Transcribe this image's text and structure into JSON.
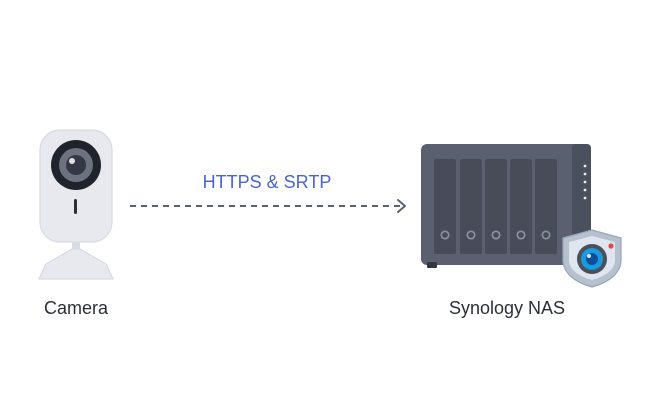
{
  "diagram": {
    "camera": {
      "label": "Camera",
      "icon": "security-camera-icon"
    },
    "connection": {
      "label": "HTTPS & SRTP",
      "style": "dashed-arrow",
      "color": "#4a63d6"
    },
    "nas": {
      "label": "Synology NAS",
      "icon": "nas-server-icon",
      "badge_icon": "surveillance-shield-icon"
    }
  }
}
